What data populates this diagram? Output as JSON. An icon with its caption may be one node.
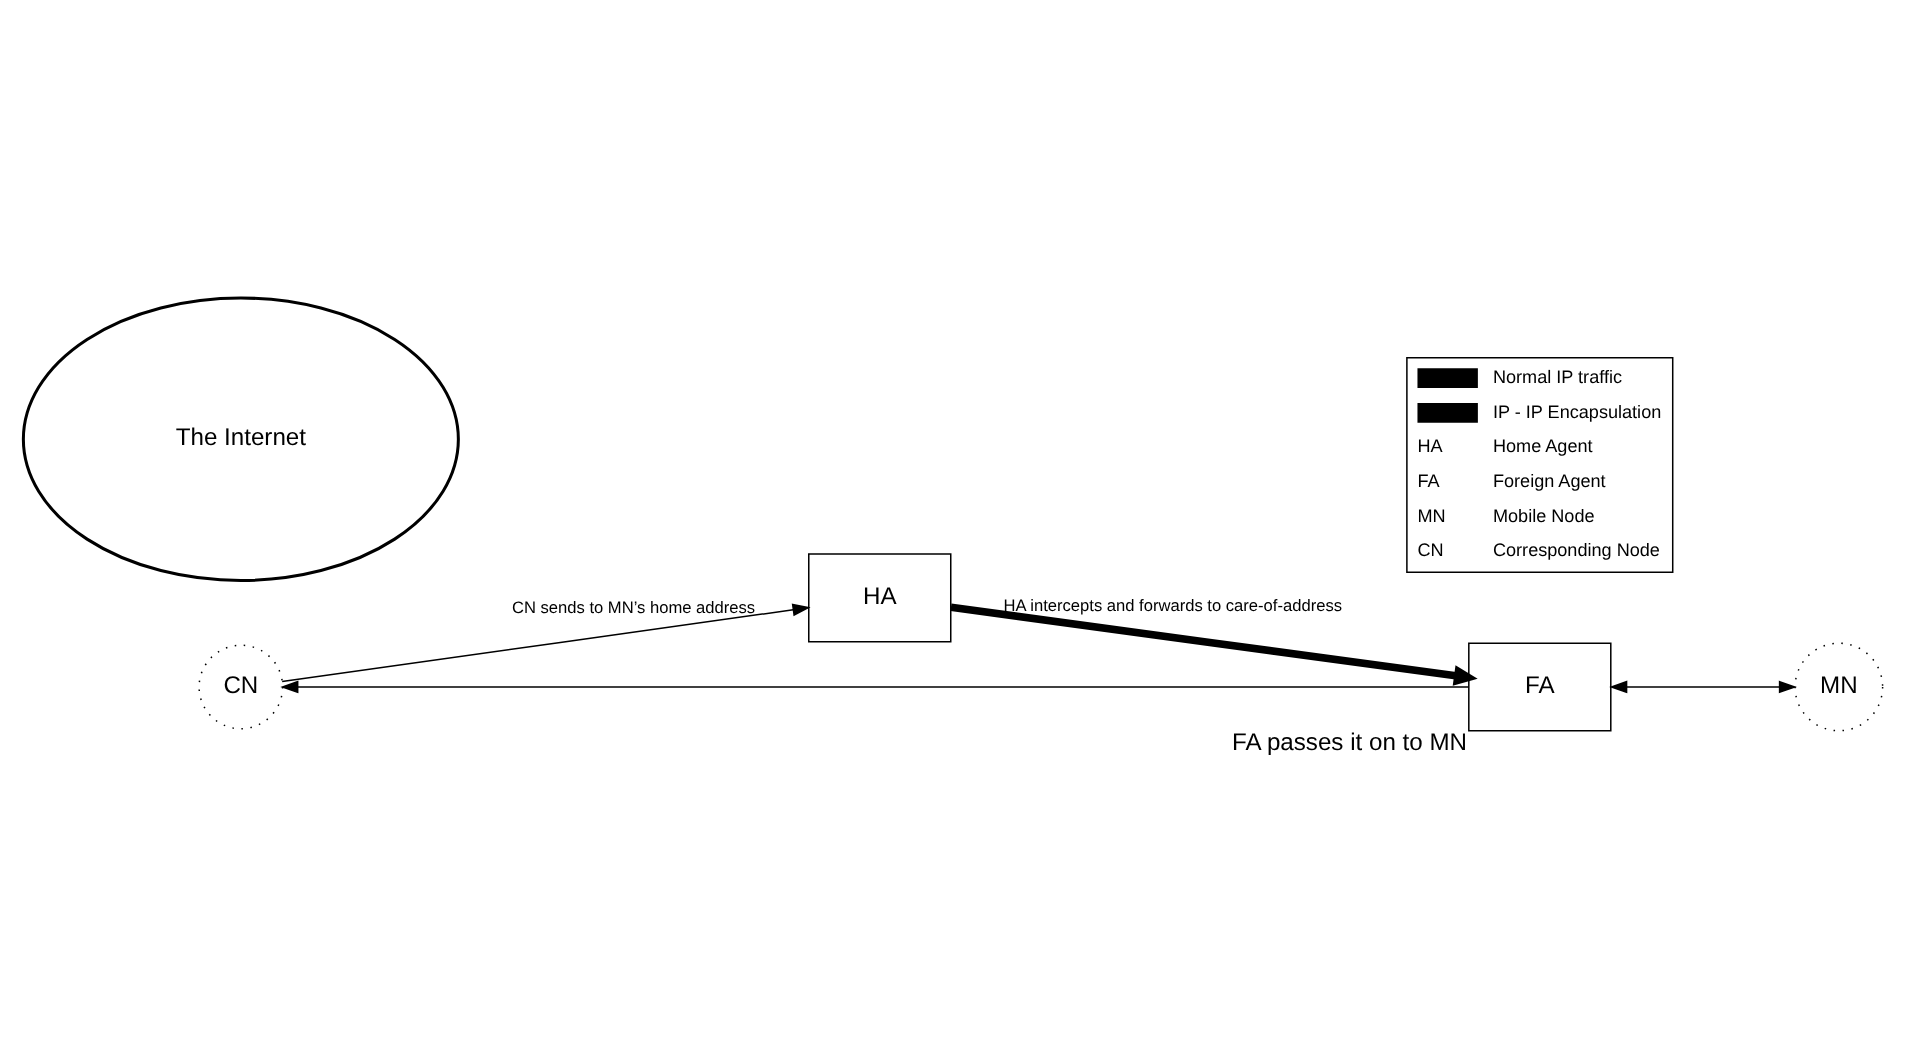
{
  "diagram": {
    "nodes": [
      {
        "text": [
          "CN"
        ]
      },
      {
        "text": [
          "The Internet"
        ]
      },
      {
        "text": [
          "FA"
        ],
        "beside": [
          "FA passes it on to MN"
        ]
      },
      {
        "text": [
          "MN"
        ]
      },
      {
        "text": [
          "HA"
        ]
      }
    ],
    "edges": [
      {
        "from": 2,
        "to": 0,
        "arrow": "to"
      },
      {
        "from": 2,
        "to": 3,
        "arrow": "both"
      },
      {
        "from": 0,
        "to": 4,
        "arrow": "to",
        "label": "CN sends to MN’s home address"
      },
      {
        "from": 4,
        "to": 2,
        "arrow": "to",
        "style": "thick",
        "label": "HA intercepts and forwards to care-of-address"
      }
    ],
    "labels": [
      "HA",
      "Home Agent",
      "FA",
      "Foreign Agent",
      "MN",
      "Mobile Node",
      "CN",
      "Corresponding Node"
    ],
    "legend": [
      {
        "text": "Normal IP traffic"
      },
      {
        "text": "IP - IP Encapsulation"
      }
    ]
  }
}
